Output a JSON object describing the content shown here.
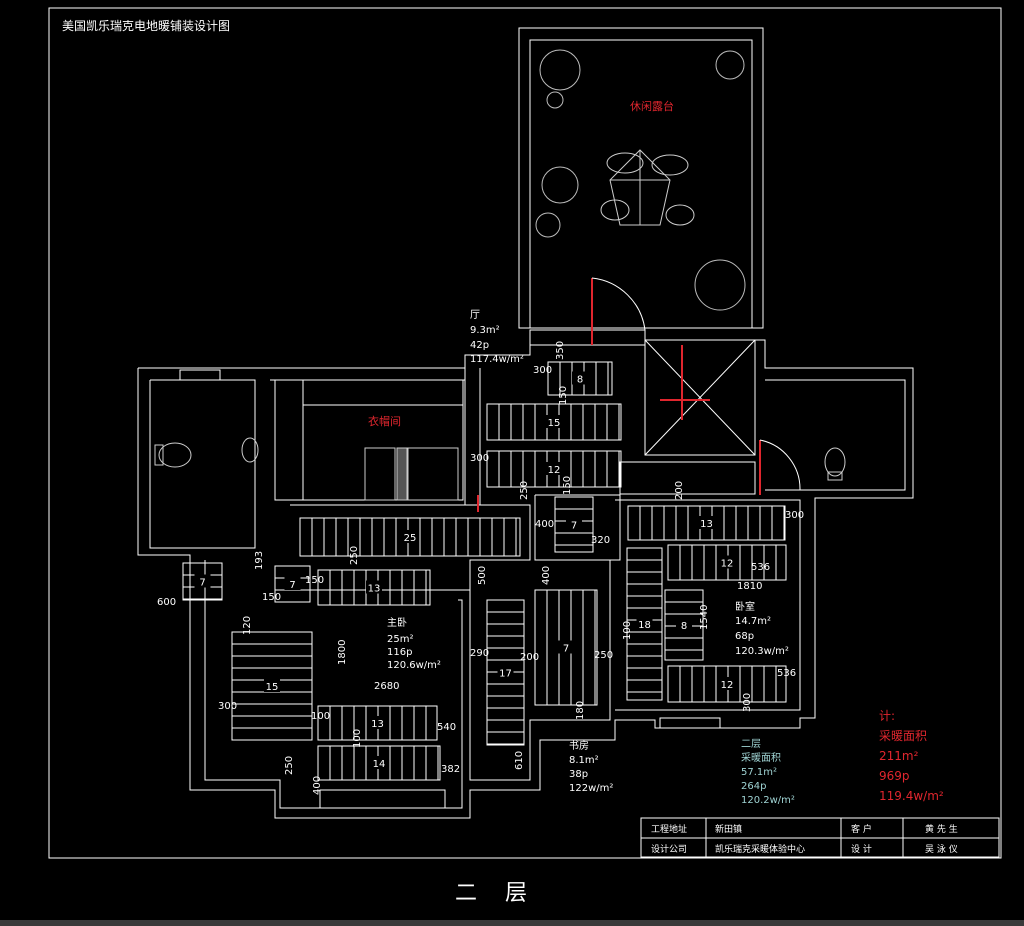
{
  "title": "美国凯乐瑞克电地暖铺装设计图",
  "floor_label": "二    层",
  "rooms": {
    "terrace": "休闲露台",
    "closet": "衣帽间",
    "hall": {
      "name": "厅",
      "area": "9.3m²",
      "count": "42p",
      "density": "117.4w/m²"
    },
    "master": {
      "name": "主卧",
      "area": "25m²",
      "count": "116p",
      "density": "120.6w/m²"
    },
    "study": {
      "name": "书房",
      "area": "8.1m²",
      "count": "38p",
      "density": "122w/m²"
    },
    "bedroom": {
      "name": "卧室",
      "area": "14.7m²",
      "count": "68p",
      "density": "120.3w/m²"
    }
  },
  "floor_summary": {
    "name": "二层",
    "label": "采暖面积",
    "area": "57.1m²",
    "count": "264p",
    "density": "120.2w/m²"
  },
  "total": {
    "label": "计:",
    "title": "采暖面积",
    "area": "211m²",
    "count": "969p",
    "density": "119.4w/m²"
  },
  "title_block": {
    "address_label": "工程地址",
    "address": "新田镇",
    "client_label": "客    户",
    "client": "黄 先 生",
    "company_label": "设计公司",
    "company": "凯乐瑞克采暖体验中心",
    "designer_label": "设    计",
    "designer": "吴 泳 仪"
  },
  "panels": [
    "8",
    "15",
    "12",
    "25",
    "7",
    "7",
    "13",
    "15",
    "13",
    "14",
    "17",
    "7",
    "7",
    "18",
    "13",
    "12",
    "8",
    "12"
  ],
  "dimensions": [
    "350",
    "300",
    "150",
    "300",
    "250",
    "150",
    "400",
    "320",
    "200",
    "300",
    "536",
    "1810",
    "1540",
    "536",
    "100",
    "300",
    "500",
    "400",
    "290",
    "200",
    "250",
    "180",
    "610",
    "150",
    "250",
    "193",
    "600",
    "120",
    "150",
    "1800",
    "2680",
    "540",
    "382",
    "100",
    "100",
    "250",
    "400",
    "300"
  ]
}
